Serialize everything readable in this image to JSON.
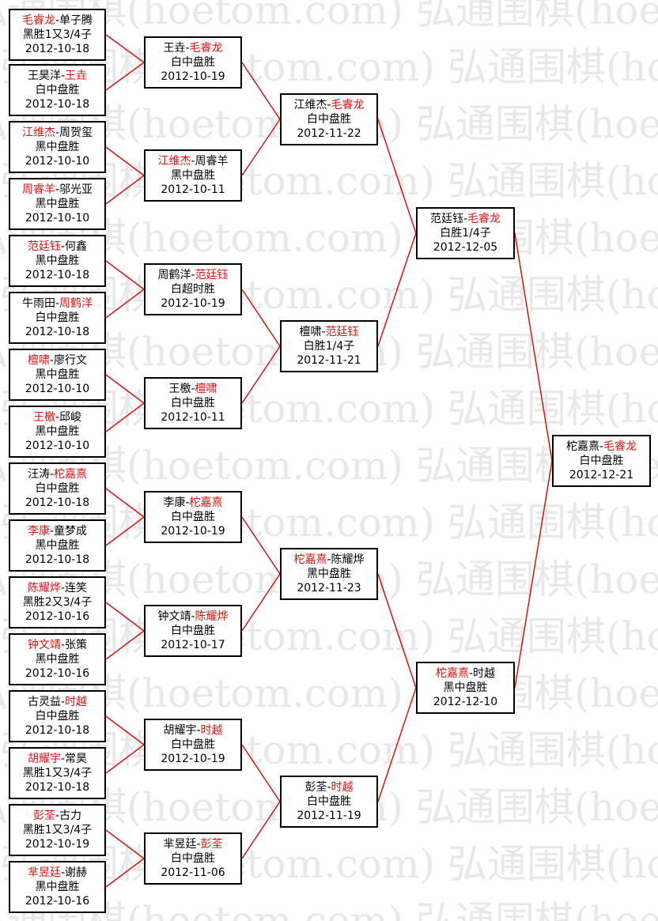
{
  "colors": {
    "winner": "#dd1111",
    "line": "#dd1111",
    "border": "#000000",
    "watermark": "#e8e8e8"
  },
  "watermark_text": "弘通围棋(hoetom.com)",
  "rounds": [
    [
      {
        "p1": "毛睿龙",
        "p2": "单子腾",
        "winner": 1,
        "result": "黑胜1又3/4子",
        "date": "2012-10-18"
      },
      {
        "p1": "王昊洋",
        "p2": "王垚",
        "winner": 2,
        "result": "白中盘胜",
        "date": "2012-10-18"
      },
      {
        "p1": "江维杰",
        "p2": "周贺玺",
        "winner": 1,
        "result": "黑中盘胜",
        "date": "2012-10-10"
      },
      {
        "p1": "周睿羊",
        "p2": "邬光亚",
        "winner": 1,
        "result": "黑中盘胜",
        "date": "2012-10-10"
      },
      {
        "p1": "范廷钰",
        "p2": "何鑫",
        "winner": 1,
        "result": "黑中盘胜",
        "date": "2012-10-18"
      },
      {
        "p1": "牛雨田",
        "p2": "周鹤洋",
        "winner": 2,
        "result": "白中盘胜",
        "date": "2012-10-18"
      },
      {
        "p1": "檀啸",
        "p2": "廖行文",
        "winner": 1,
        "result": "黑中盘胜",
        "date": "2012-10-10"
      },
      {
        "p1": "王檄",
        "p2": "邱峻",
        "winner": 1,
        "result": "黑中盘胜",
        "date": "2012-10-10"
      },
      {
        "p1": "汪涛",
        "p2": "柁嘉熹",
        "winner": 2,
        "result": "白中盘胜",
        "date": "2012-10-18"
      },
      {
        "p1": "李康",
        "p2": "童梦成",
        "winner": 1,
        "result": "黑中盘胜",
        "date": "2012-10-18"
      },
      {
        "p1": "陈耀烨",
        "p2": "连笑",
        "winner": 1,
        "result": "黑胜2又3/4子",
        "date": "2012-10-16"
      },
      {
        "p1": "钟文靖",
        "p2": "张策",
        "winner": 1,
        "result": "黑中盘胜",
        "date": "2012-10-16"
      },
      {
        "p1": "古灵益",
        "p2": "时越",
        "winner": 2,
        "result": "白中盘胜",
        "date": "2012-10-18"
      },
      {
        "p1": "胡耀宇",
        "p2": "常昊",
        "winner": 1,
        "result": "黑胜1又3/4子",
        "date": "2012-10-18"
      },
      {
        "p1": "彭荃",
        "p2": "古力",
        "winner": 1,
        "result": "黑胜1又3/4子",
        "date": "2012-10-19"
      },
      {
        "p1": "芈昱廷",
        "p2": "谢赫",
        "winner": 1,
        "result": "黑中盘胜",
        "date": "2012-10-16"
      }
    ],
    [
      {
        "p1": "王垚",
        "p2": "毛睿龙",
        "winner": 2,
        "result": "白中盘胜",
        "date": "2012-10-19"
      },
      {
        "p1": "江维杰",
        "p2": "周睿羊",
        "winner": 1,
        "result": "黑中盘胜",
        "date": "2012-10-11"
      },
      {
        "p1": "周鹤洋",
        "p2": "范廷钰",
        "winner": 2,
        "result": "白超时胜",
        "date": "2012-10-19"
      },
      {
        "p1": "王檄",
        "p2": "檀啸",
        "winner": 2,
        "result": "白中盘胜",
        "date": "2012-10-11"
      },
      {
        "p1": "李康",
        "p2": "柁嘉熹",
        "winner": 2,
        "result": "白中盘胜",
        "date": "2012-10-19"
      },
      {
        "p1": "钟文靖",
        "p2": "陈耀烨",
        "winner": 2,
        "result": "白中盘胜",
        "date": "2012-10-17"
      },
      {
        "p1": "胡耀宇",
        "p2": "时越",
        "winner": 2,
        "result": "白中盘胜",
        "date": "2012-10-19"
      },
      {
        "p1": "芈昱廷",
        "p2": "彭荃",
        "winner": 2,
        "result": "白中盘胜",
        "date": "2012-11-06"
      }
    ],
    [
      {
        "p1": "江维杰",
        "p2": "毛睿龙",
        "winner": 2,
        "result": "白中盘胜",
        "date": "2012-11-22"
      },
      {
        "p1": "檀啸",
        "p2": "范廷钰",
        "winner": 2,
        "result": "白胜1/4子",
        "date": "2012-11-21"
      },
      {
        "p1": "柁嘉熹",
        "p2": "陈耀烨",
        "winner": 1,
        "result": "黑中盘胜",
        "date": "2012-11-23"
      },
      {
        "p1": "彭荃",
        "p2": "时越",
        "winner": 2,
        "result": "白中盘胜",
        "date": "2012-11-19"
      }
    ],
    [
      {
        "p1": "范廷钰",
        "p2": "毛睿龙",
        "winner": 2,
        "result": "白胜1/4子",
        "date": "2012-12-05"
      },
      {
        "p1": "柁嘉熹",
        "p2": "时越",
        "winner": 1,
        "result": "黑中盘胜",
        "date": "2012-12-10"
      }
    ],
    [
      {
        "p1": "柁嘉熹",
        "p2": "毛睿龙",
        "winner": 2,
        "result": "白中盘胜",
        "date": "2012-12-21"
      }
    ]
  ]
}
